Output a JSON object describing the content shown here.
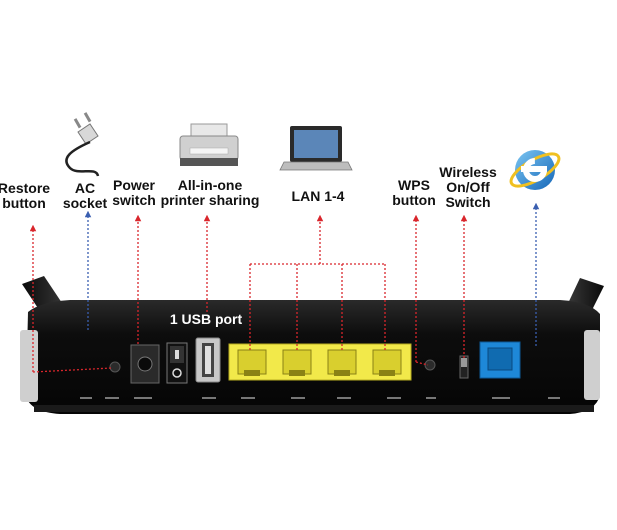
{
  "labels": {
    "restore": [
      "Restore",
      "button"
    ],
    "ac": [
      "AC",
      "socket"
    ],
    "power": [
      "Power",
      "switch"
    ],
    "printer": [
      "All-in-one",
      "printer sharing"
    ],
    "lan": [
      "LAN 1-4"
    ],
    "wps": [
      "WPS",
      "button"
    ],
    "wireless": [
      "Wireless",
      "On/Off",
      "Switch"
    ],
    "usb": "1 USB port"
  },
  "icons": [
    "power-plug-icon",
    "printer-icon",
    "laptop-icon",
    "internet-explorer-icon"
  ],
  "colors": {
    "red_arrow": "#d9262c",
    "blue_arrow": "#3a5fb0",
    "lan_port": "#f2e94a",
    "wan_port": "#1e88d8",
    "router_body": "#0d0d0d"
  }
}
